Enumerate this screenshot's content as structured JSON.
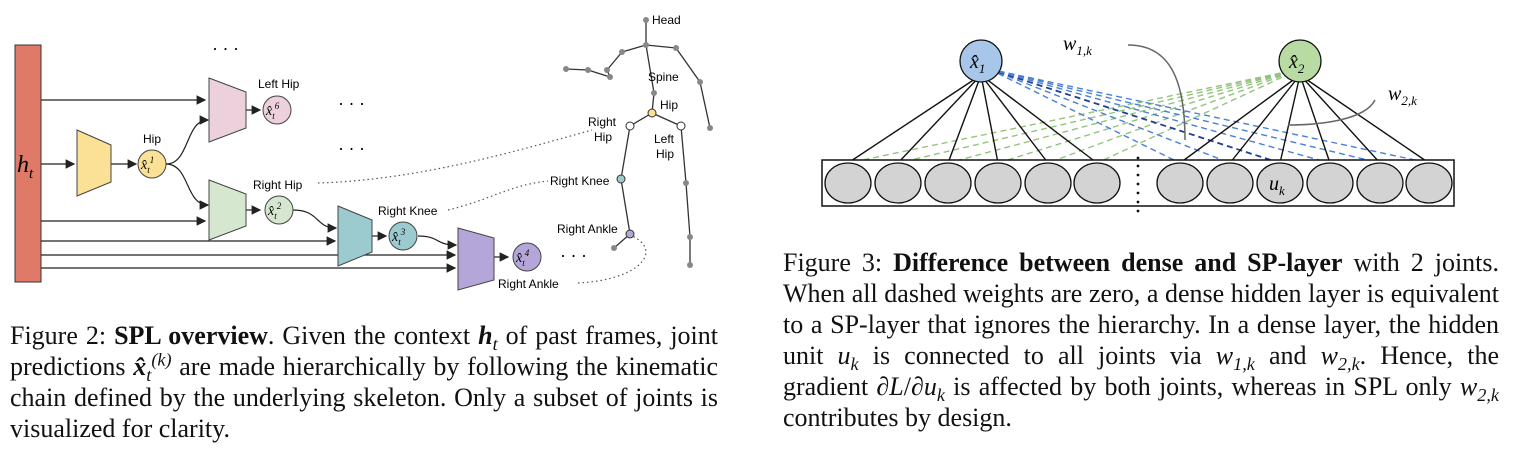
{
  "figure2": {
    "context_label": "h",
    "context_sub": "t",
    "hat_x": "x̂",
    "subscript_t": "t",
    "joints": [
      {
        "label": "Hip",
        "pred_sup": "1"
      },
      {
        "label": "Right Hip",
        "pred_sup": "2"
      },
      {
        "label": "Right Knee",
        "pred_sup": "3"
      },
      {
        "label": "Right Ankle",
        "pred_sup": "4"
      },
      {
        "label": "Left Hip",
        "pred_sup": "6"
      }
    ],
    "ellipsis": "· · ·",
    "skeleton_labels": {
      "head": "Head",
      "spine": "Spine",
      "hip": "Hip",
      "right_hip_1": "Right",
      "right_hip_2": "Hip",
      "left_hip_1": "Left",
      "left_hip_2": "Hip",
      "right_knee": "Right Knee",
      "right_ankle": "Right Ankle"
    },
    "colors": {
      "context": "#e07a68",
      "hip": "#fbe196",
      "right_hip": "#d5e8cf",
      "right_knee": "#9ccbcf",
      "right_ankle": "#b5a6d9",
      "left_hip": "#ecd0dc"
    },
    "caption": {
      "prefix": "Figure 2:",
      "bold": "SPL overview",
      "t1": ".  Given the context ",
      "h": "h",
      "t": "t",
      "t2": " of past frames, joint predictions ",
      "xhat": "x̂",
      "k": "(k)",
      "t3": " are made hierarchically by following the kinematic chain defined by the underlying skeleton. Only a subset of joints is visualized for clarity."
    }
  },
  "figure3": {
    "x1": "x̂",
    "x1_sub": "1",
    "x2": "x̂",
    "x2_sub": "2",
    "w1k": "w",
    "w1k_sub": "1,k",
    "w2k": "w",
    "w2k_sub": "2,k",
    "uk": "u",
    "uk_sub": "k",
    "colors": {
      "x1": "#a7c6ea",
      "x2": "#b8dba4",
      "unit": "#d3d3d3",
      "blue_dash": "#4a7fd4",
      "dark_dash": "#1f3f8f",
      "green_dash": "#93c47d"
    },
    "caption": {
      "prefix": "Figure 3: ",
      "bold": "Difference between dense and SP-layer",
      "t1": " with 2 joints.  When all dashed weights are zero, a dense hidden layer is equivalent to a SP-layer that ignores the hierarchy. In a dense layer, the hidden unit ",
      "u": "u",
      "k": "k",
      "t2": " is connected to all joints via ",
      "w1": "w",
      "w1sub": "1,k",
      "t3": " and ",
      "w2": "w",
      "w2sub": "2,k",
      "t4": ". Hence, the gradient ∂",
      "L": "L",
      "t5": "/∂",
      "u2": "u",
      "k2": "k",
      "t6": " is affected by both joints, whereas in SPL only ",
      "w3": "w",
      "w3sub": "2,k",
      "t7": " contributes by design."
    }
  }
}
